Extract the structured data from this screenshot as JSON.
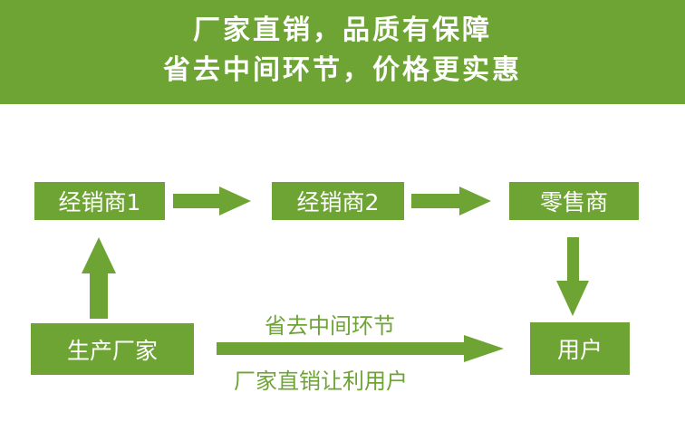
{
  "banner": {
    "line1": "厂家直销，品质有保障",
    "line2": "省去中间环节，价格更实惠"
  },
  "nodes": {
    "dealer1": "经销商1",
    "dealer2": "经销商2",
    "retailer": "零售商",
    "manufacturer": "生产厂家",
    "user": "用户"
  },
  "direct_path": {
    "label_top": "省去中间环节",
    "label_bottom": "厂家直销让利用户"
  },
  "colors": {
    "accent": "#6ea434",
    "text_on_accent": "#ffffff"
  }
}
